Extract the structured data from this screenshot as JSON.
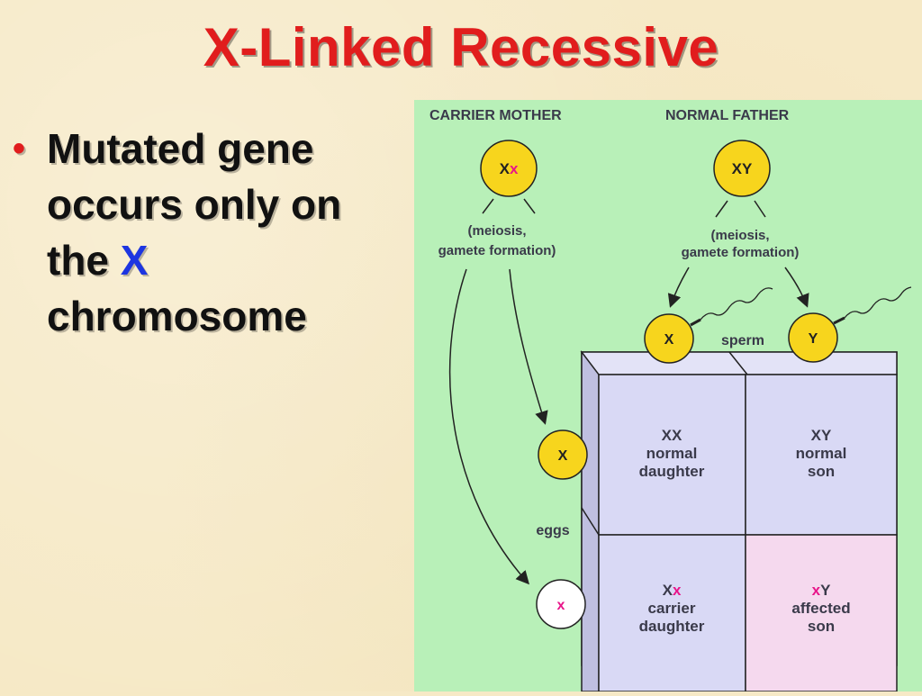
{
  "slide": {
    "title": "X-Linked Recessive",
    "bullet": {
      "line1": "Mutated gene",
      "line2": "occurs only on",
      "line3_pre": "the ",
      "line3_highlight": "X",
      "line4": "chromosome"
    }
  },
  "diagram": {
    "carrier_mother_label": "CARRIER MOTHER",
    "normal_father_label": "NORMAL FATHER",
    "mother_genotype": {
      "normal": "X",
      "mutant": "x"
    },
    "father_genotype": "XY",
    "meiosis_line1": "(meiosis,",
    "meiosis_line2": "gamete formation)",
    "sperm_label": "sperm",
    "eggs_label": "eggs",
    "sperm": [
      "X",
      "Y"
    ],
    "eggs": [
      "X",
      "x"
    ],
    "punnett": [
      {
        "genotype_normal": "XX",
        "line2": "normal",
        "line3": "daughter"
      },
      {
        "genotype_normal": "XY",
        "line2": "normal",
        "line3": "son"
      },
      {
        "genotype_normal": "X",
        "genotype_mutant": "x",
        "line2": "carrier",
        "line3": "daughter"
      },
      {
        "genotype_mutant": "x",
        "genotype_normal": "Y",
        "line2": "affected",
        "line3": "son"
      }
    ],
    "colors": {
      "background": "#b8f0b8",
      "gamete_fill": "#f7d51d",
      "mutant_egg_fill": "#ffffff",
      "mutant_allele": "#e8158a",
      "cell_fill": "#d9d9f5",
      "affected_cell_fill": "#f5d9ee",
      "title_red": "#e11d1d",
      "highlight_blue": "#1d35e1"
    }
  }
}
